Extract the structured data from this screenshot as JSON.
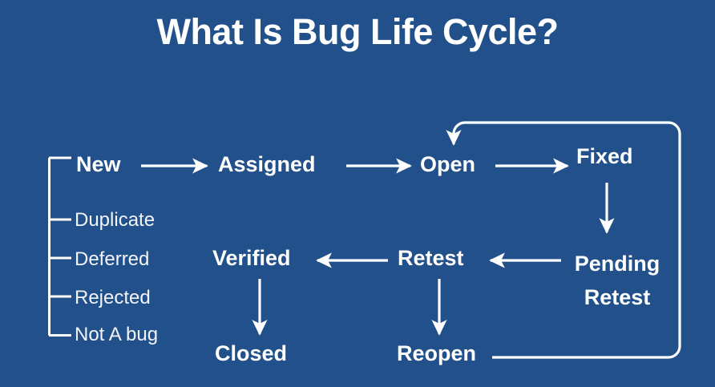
{
  "slide": {
    "title": "What Is Bug Life Cycle?",
    "background_color": "#21508a",
    "text_color": "#ffffff",
    "line_color": "#ffffff"
  },
  "diagram": {
    "type": "flowchart",
    "nodes": {
      "new": "New",
      "assigned": "Assigned",
      "open": "Open",
      "fixed": "Fixed",
      "pending_retest_line1": "Pending",
      "pending_retest_line2": "Retest",
      "retest": "Retest",
      "verified": "Verified",
      "closed": "Closed",
      "reopen": "Reopen"
    },
    "branch_outcomes": {
      "duplicate": "Duplicate",
      "deferred": "Deferred",
      "rejected": "Rejected",
      "not_a_bug": "Not A bug"
    },
    "edges": [
      "New -> Assigned",
      "Assigned -> Open",
      "Open -> Fixed",
      "Fixed -> Pending Retest",
      "Pending Retest -> Retest",
      "Retest -> Verified",
      "Retest -> Reopen",
      "Verified -> Closed",
      "Reopen -> Open"
    ],
    "bracket_from": "New"
  }
}
